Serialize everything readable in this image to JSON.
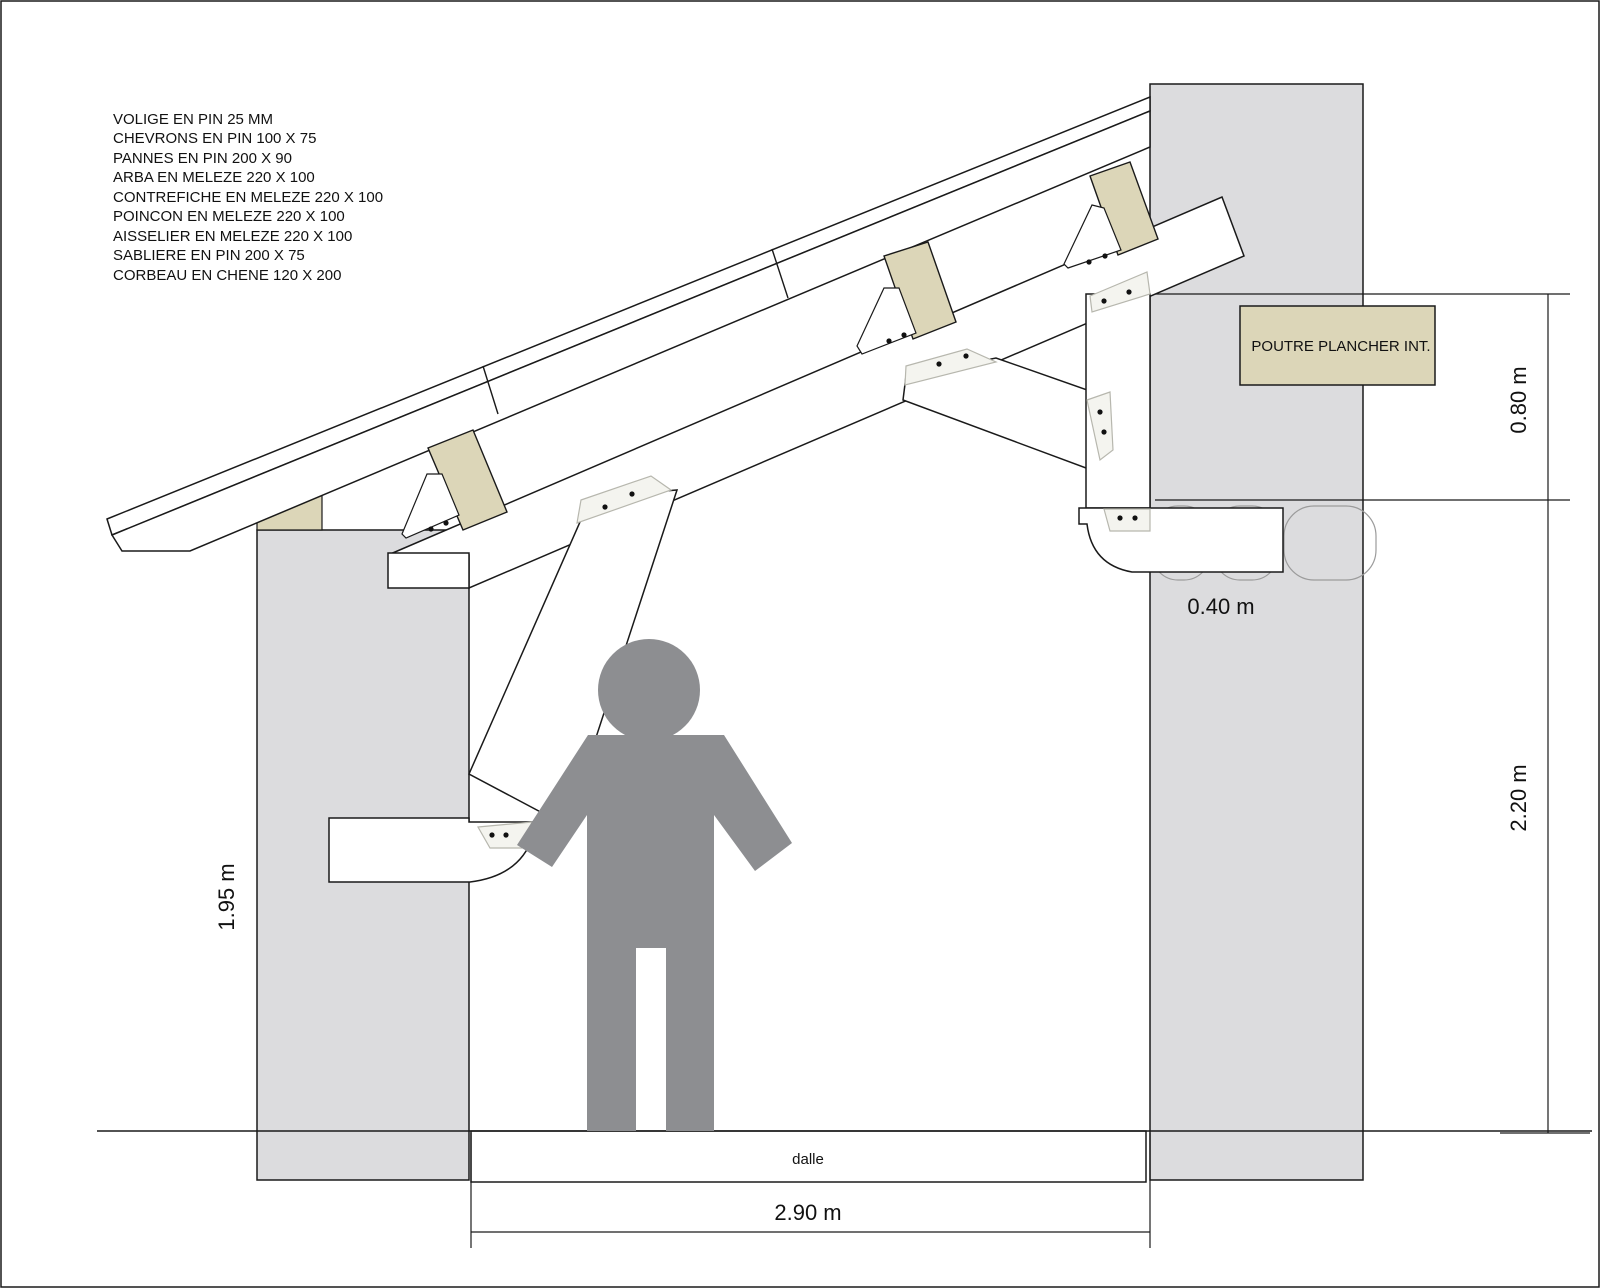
{
  "legend": {
    "lines": [
      "VOLIGE EN PIN 25 MM",
      "CHEVRONS  EN PIN 100 X 75",
      "PANNES EN PIN  200 X 90",
      "ARBA EN MELEZE 220 X 100",
      "CONTREFICHE EN MELEZE 220 X 100",
      "POINCON EN MELEZE 220 X 100",
      "AISSELIER EN MELEZE 220 X 100",
      "SABLIERE EN PIN 200 X 75",
      "CORBEAU EN CHENE 120 X 200"
    ]
  },
  "labels": {
    "beam": "POUTRE PLANCHER INT.",
    "slab": "dalle"
  },
  "dimensions": {
    "left_wall_height": "1.95 m",
    "upper_height": "0.80 m",
    "lower_height": "2.20 m",
    "corbel_projection": "0.40 m",
    "span": "2.90 m"
  },
  "colors": {
    "wall": "#dcdcde",
    "wood_accent": "#dcd6b8",
    "figure": "#8d8e91",
    "plate": "#f2f2ee",
    "line": "#1a1a1a"
  }
}
